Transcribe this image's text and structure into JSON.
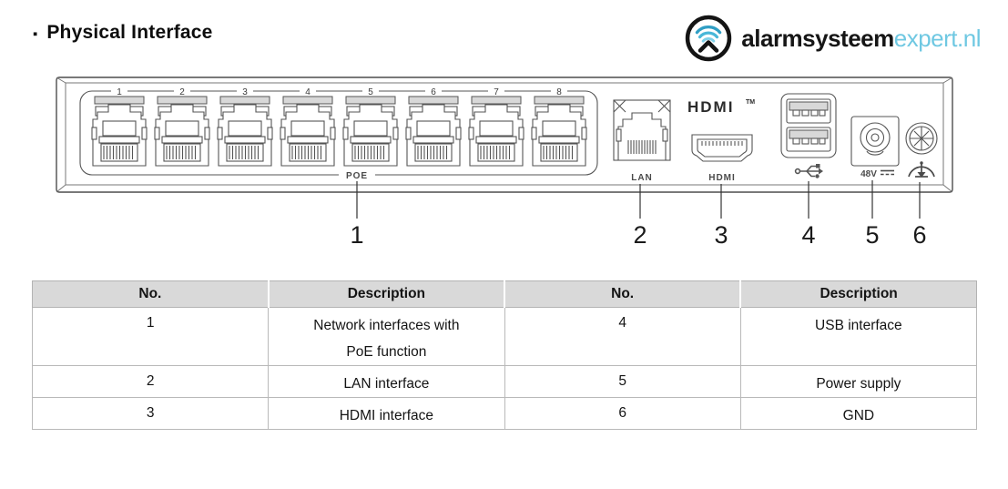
{
  "header": {
    "bullet": "▪",
    "title": "Physical Interface"
  },
  "logo": {
    "brand_dark": "alarmsysteem",
    "brand_light": "expert.nl",
    "accent_color": "#4ab9d9",
    "icon": "wifi-signal-icon"
  },
  "device": {
    "port_numbers": [
      "1",
      "2",
      "3",
      "4",
      "5",
      "6",
      "7",
      "8"
    ],
    "poe_label": "POE",
    "lan_label": "LAN",
    "hdmi_logo": "HDMI",
    "hdmi_tm": "TM",
    "hdmi_label": "HDMI",
    "power_label": "48V",
    "callouts": [
      "1",
      "2",
      "3",
      "4",
      "5",
      "6"
    ]
  },
  "table": {
    "headers": [
      "No.",
      "Description",
      "No.",
      "Description"
    ],
    "rows": [
      {
        "no1": "1",
        "desc1": "Network interfaces with\nPoE function",
        "no2": "4",
        "desc2": "USB interface"
      },
      {
        "no1": "2",
        "desc1": "LAN interface",
        "no2": "5",
        "desc2": "Power supply"
      },
      {
        "no1": "3",
        "desc1": "HDMI interface",
        "no2": "6",
        "desc2": "GND"
      }
    ]
  },
  "colors": {
    "table_header_bg": "#d9d9d9",
    "table_border": "#b3b3b3",
    "drawing_line": "#4d4d4d"
  }
}
